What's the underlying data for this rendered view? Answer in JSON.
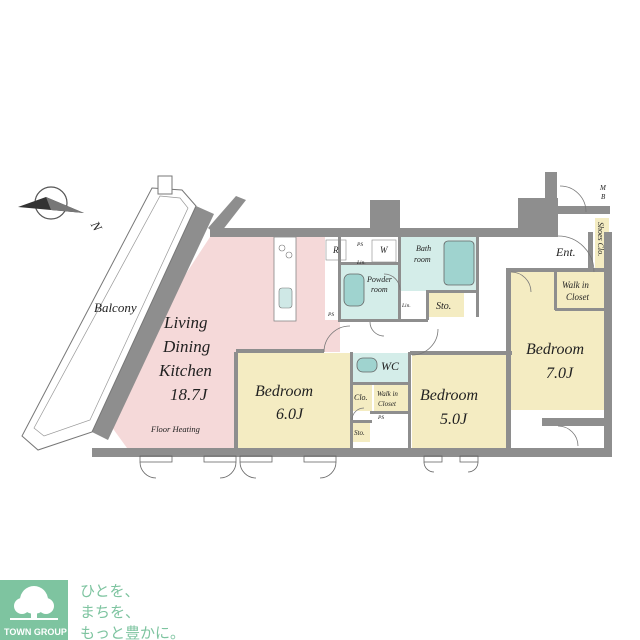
{
  "rooms": {
    "ldk": {
      "line1": "Living",
      "line2": "Dining",
      "line3": "Kitchen",
      "size": "18.7J",
      "note": "Floor Heating"
    },
    "bedroom1": {
      "name": "Bedroom",
      "size": "6.0J"
    },
    "bedroom2": {
      "name": "Bedroom",
      "size": "5.0J"
    },
    "bedroom3": {
      "name": "Bedroom",
      "size": "7.0J"
    },
    "balcony": "Balcony",
    "wc": "WC",
    "bathroom": {
      "line1": "Bath",
      "line2": "room"
    },
    "powder": {
      "line1": "Powder",
      "line2": "room"
    },
    "walkin_a": {
      "line1": "Walk in",
      "line2": "Closet"
    },
    "walkin_b": {
      "line1": "Walk in",
      "line2": "Closet"
    },
    "sto1": "Sto.",
    "sto2": "Sto.",
    "clo": "Clo.",
    "entrance": "Ent.",
    "shoes": "Shoes Clo.",
    "mb": {
      "line1": "M",
      "line2": "B"
    },
    "r": "R",
    "w": "W",
    "lin1": "Lin.",
    "lin2": "Lin.",
    "ps1": "PS",
    "ps2": "PS",
    "ps3": "PS"
  },
  "compass": {
    "north": "N"
  },
  "footer": {
    "brand": "TOWN GROUP",
    "slogan_line1": "ひとを、",
    "slogan_line2": "まちを、",
    "slogan_line3": "もっと豊かに。"
  },
  "colors": {
    "ldk": "#f5d9d9",
    "bedroom": "#f4ecc2",
    "wet": "#d4ede9",
    "fixture": "#9fd3cf",
    "wall": "#8e8e8e",
    "brand": "#7ec4a0"
  }
}
